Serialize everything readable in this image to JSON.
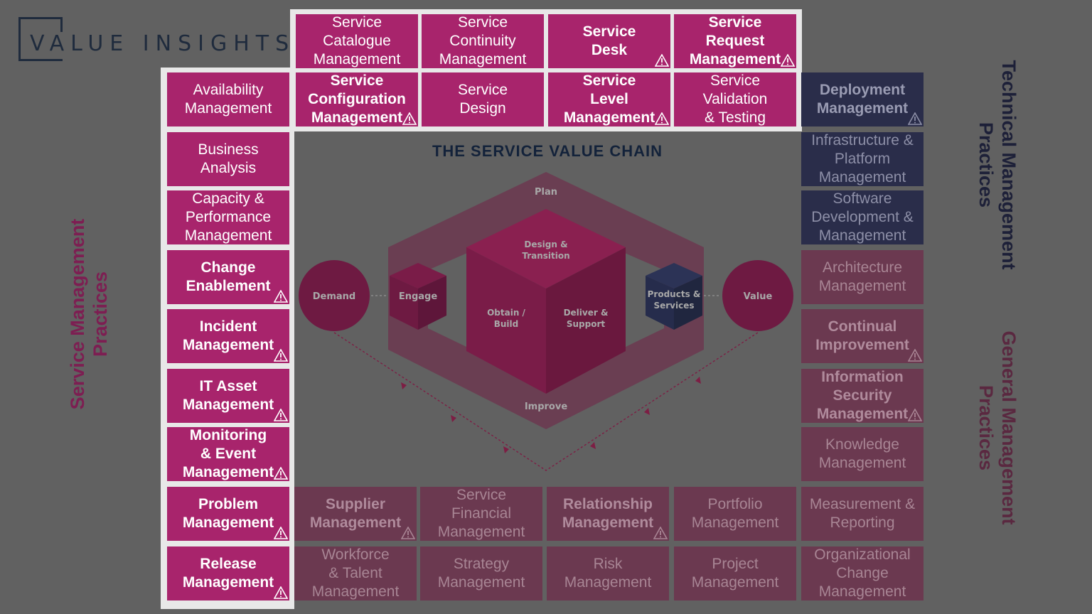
{
  "logo": {
    "text": "VALUE INSIGHTS"
  },
  "chain": {
    "title": "THE SERVICE VALUE CHAIN",
    "plan": "Plan",
    "improve": "Improve",
    "design_transition": "Design &\nTransition",
    "obtain_build": "Obtain /\nBuild",
    "deliver_support": "Deliver &\nSupport",
    "demand": "Demand",
    "engage": "Engage",
    "products_services": "Products &\nServices",
    "value": "Value"
  },
  "side_labels": {
    "service_mgmt": "Service Management\nPractices",
    "technical_mgmt": "Technical Management\nPractices",
    "general_mgmt": "General Management\nPractices"
  },
  "colors": {
    "highlight": "#a8246c",
    "dim_general": "#6b3950",
    "dim_technical": "#2a2d4a",
    "frame": "#e8e8e8",
    "background": "#616161"
  },
  "top_row_1": [
    {
      "label": "Service\nCatalogue\nManagement",
      "bold": false,
      "warning": false
    },
    {
      "label": "Service\nContinuity\nManagement",
      "bold": false,
      "warning": false
    },
    {
      "label": "Service\nDesk",
      "bold": true,
      "warning": true
    },
    {
      "label": "Service\nRequest\nManagement",
      "bold": true,
      "warning": true
    }
  ],
  "top_row_2": [
    {
      "label": "Service\nConfiguration\nManagement",
      "bold": true,
      "warning": true
    },
    {
      "label": "Service\nDesign",
      "bold": false,
      "warning": false
    },
    {
      "label": "Service\nLevel\nManagement",
      "bold": true,
      "warning": true
    },
    {
      "label": "Service\nValidation\n& Testing",
      "bold": false,
      "warning": false
    }
  ],
  "left_column": [
    {
      "label": "Availability\nManagement",
      "bold": false,
      "warning": false
    },
    {
      "label": "Business\nAnalysis",
      "bold": false,
      "warning": false
    },
    {
      "label": "Capacity &\nPerformance\nManagement",
      "bold": false,
      "warning": false
    },
    {
      "label": "Change\nEnablement",
      "bold": true,
      "warning": true
    },
    {
      "label": "Incident\nManagement",
      "bold": true,
      "warning": true
    },
    {
      "label": "IT Asset\nManagement",
      "bold": true,
      "warning": true
    },
    {
      "label": "Monitoring\n& Event\nManagement",
      "bold": true,
      "warning": true
    },
    {
      "label": "Problem\nManagement",
      "bold": true,
      "warning": true
    },
    {
      "label": "Release\nManagement",
      "bold": true,
      "warning": true
    }
  ],
  "right_column": [
    {
      "label": "Deployment\nManagement",
      "style": "navybold",
      "warning": true
    },
    {
      "label": "Infrastructure &\nPlatform\nManagement",
      "style": "navy",
      "warning": false
    },
    {
      "label": "Software\nDevelopment &\nManagement",
      "style": "navy",
      "warning": false
    },
    {
      "label": "Architecture\nManagement",
      "style": "dim",
      "warning": false
    },
    {
      "label": "Continual\nImprovement",
      "style": "dimbold",
      "warning": true
    },
    {
      "label": "Information\nSecurity\nManagement",
      "style": "dimbold",
      "warning": true
    },
    {
      "label": "Knowledge\nManagement",
      "style": "dim",
      "warning": false
    },
    {
      "label": "Measurement &\nReporting",
      "style": "dim",
      "warning": false
    },
    {
      "label": "Organizational\nChange\nManagement",
      "style": "dim",
      "warning": false
    }
  ],
  "bottom_row_1": [
    {
      "label": "Supplier\nManagement",
      "style": "dimbold",
      "warning": true
    },
    {
      "label": "Service\nFinancial\nManagement",
      "style": "dim",
      "warning": false
    },
    {
      "label": "Relationship\nManagement",
      "style": "dimbold",
      "warning": true
    },
    {
      "label": "Portfolio\nManagement",
      "style": "dim",
      "warning": false
    }
  ],
  "bottom_row_2": [
    {
      "label": "Workforce\n& Talent\nManagement",
      "style": "dim",
      "warning": false
    },
    {
      "label": "Strategy\nManagement",
      "style": "dim",
      "warning": false
    },
    {
      "label": "Risk\nManagement",
      "style": "dim",
      "warning": false
    },
    {
      "label": "Project\nManagement",
      "style": "dim",
      "warning": false
    }
  ]
}
